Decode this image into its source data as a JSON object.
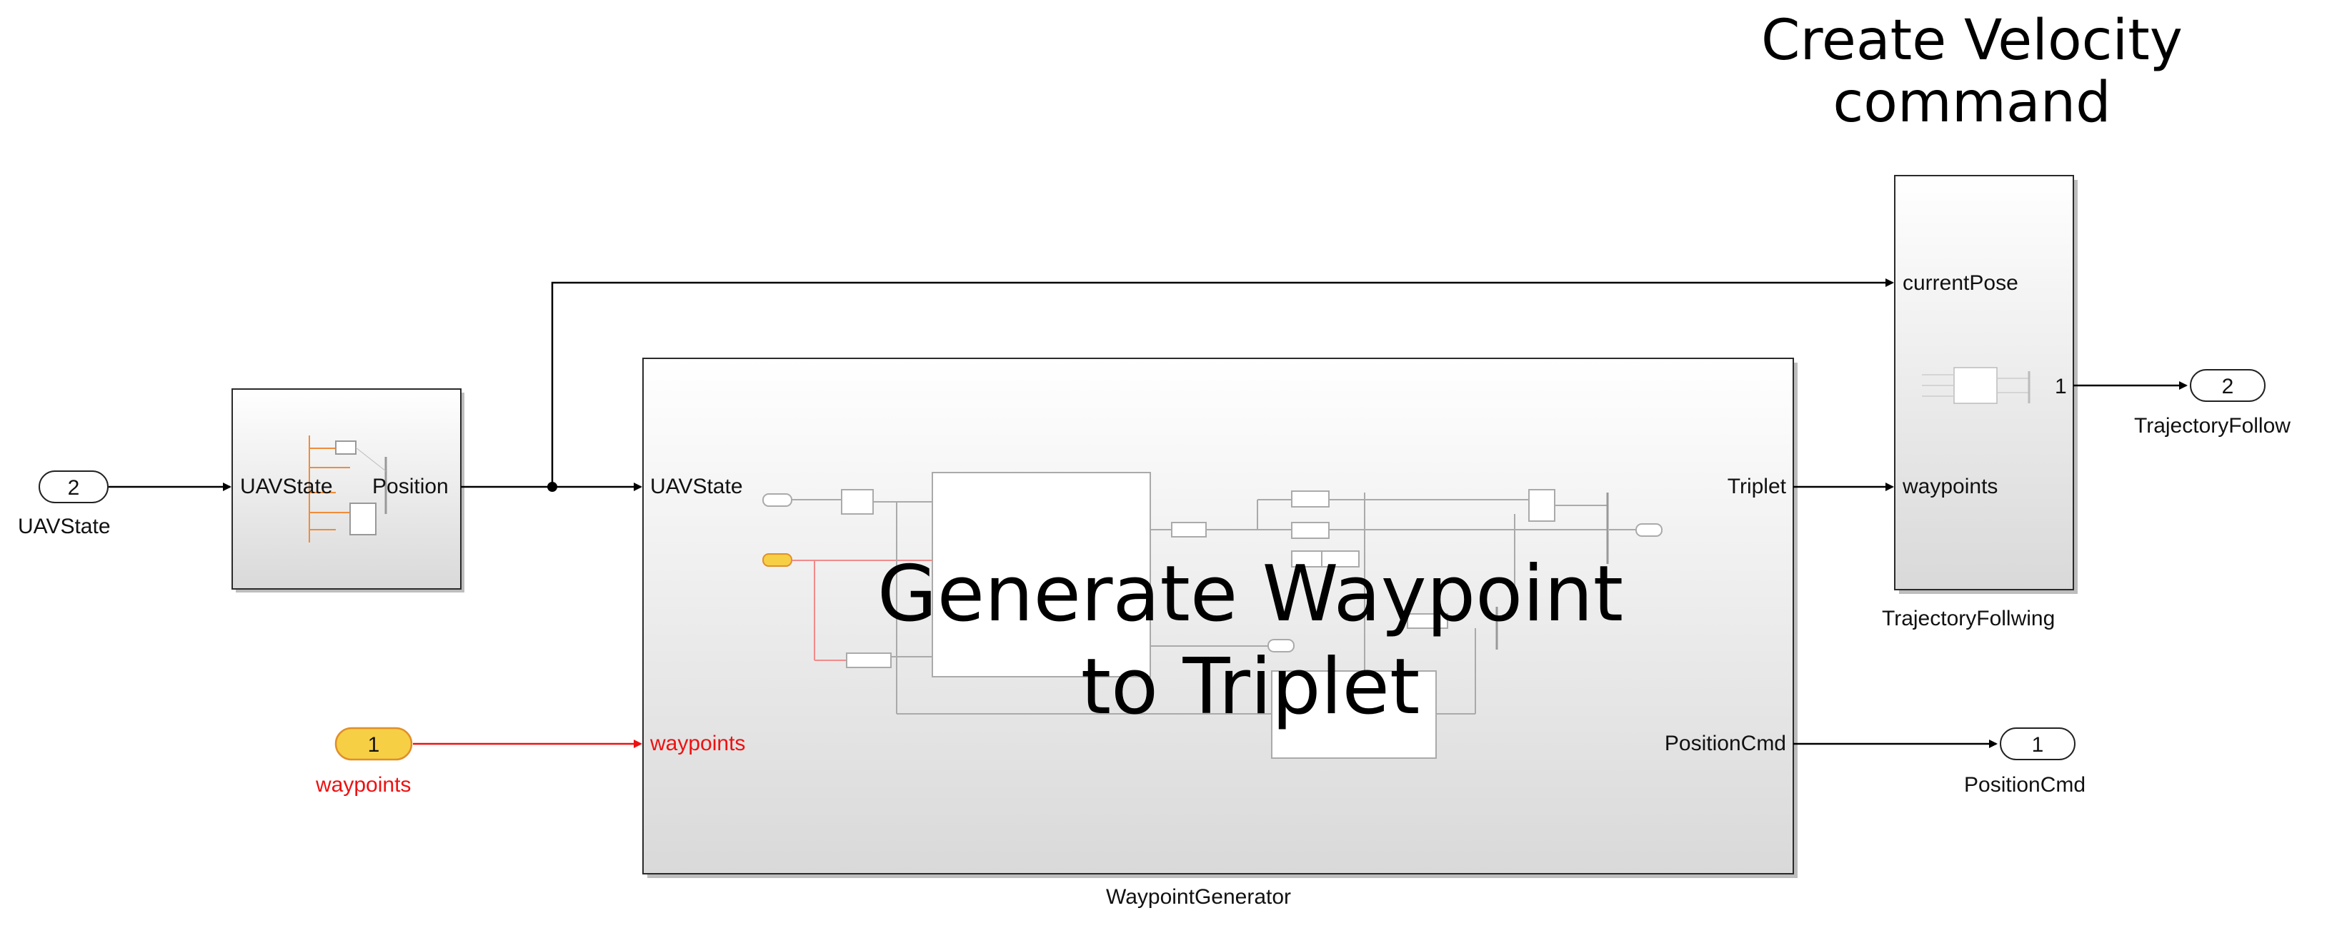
{
  "annotations": {
    "velocity_title_line1": "Create Velocity",
    "velocity_title_line2": "command",
    "waypoint_title_line1": "Generate Waypoint",
    "waypoint_title_line2": "to Triplet"
  },
  "inports": [
    {
      "number": "2",
      "name": "UAVState"
    },
    {
      "number": "1",
      "name": "waypoints"
    }
  ],
  "outports": [
    {
      "number": "2",
      "name": "TrajectoryFollow"
    },
    {
      "number": "1",
      "name": "PositionCmd"
    }
  ],
  "blocks": {
    "state_selector": {
      "in_port": "UAVState",
      "out_port": "Position"
    },
    "waypoint_generator": {
      "name": "WaypointGenerator",
      "in_ports": [
        "UAVState",
        "waypoints"
      ],
      "out_ports": [
        "Triplet",
        "PositionCmd"
      ]
    },
    "trajectory_following": {
      "name": "TrajectoryFollwing",
      "in_ports": [
        "currentPose",
        "waypoints"
      ],
      "out_port": "1"
    }
  },
  "colors": {
    "signal": "#000000",
    "selected_signal": "#ee1111",
    "selected_port_fill": "#f7cf45",
    "block_border": "#2a2a2a"
  }
}
